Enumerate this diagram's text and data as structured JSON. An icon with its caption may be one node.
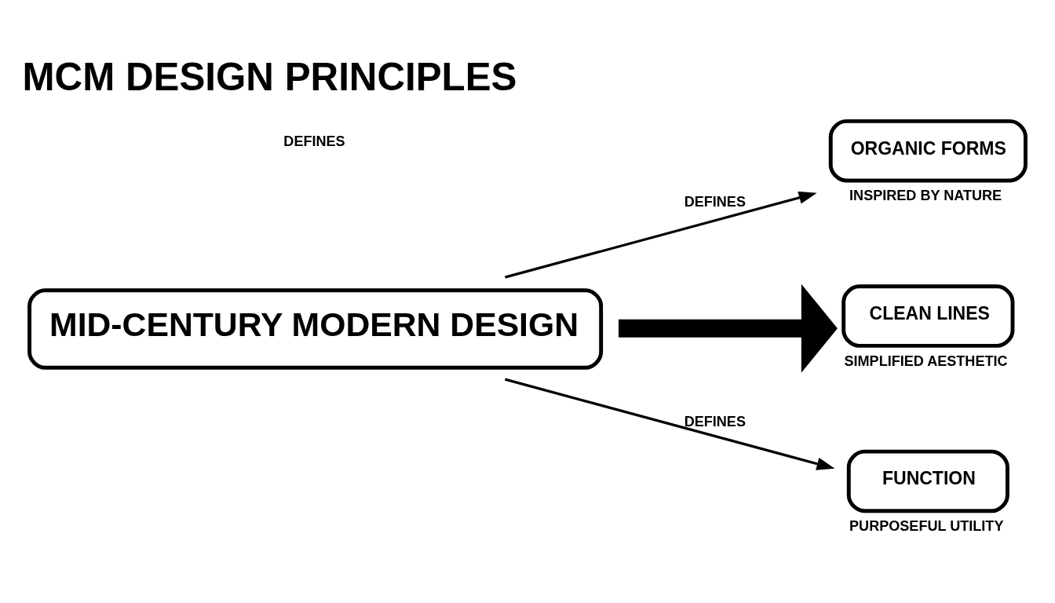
{
  "diagram": {
    "title": "MCM DESIGN PRINCIPLES",
    "nodes": [
      {
        "text": [
          "MID-CENTURY MODERN DESIGN"
        ]
      },
      {
        "text": [
          "ORGANIC FORMS"
        ],
        "beside": [
          "INSPIRED BY NATURE"
        ]
      },
      {
        "text": [
          "CLEAN LINES"
        ],
        "beside": [
          "SIMPLIFIED AESTHETIC"
        ]
      },
      {
        "text": [
          "FUNCTION"
        ],
        "beside": [
          "PURPOSEFUL UTILITY"
        ]
      }
    ],
    "edges": [
      {
        "from": 0,
        "to": 1,
        "arrow": "to",
        "label": "DEFINES"
      },
      {
        "from": 0,
        "to": 2,
        "arrow": "to",
        "style": "thick"
      },
      {
        "from": 0,
        "to": 3,
        "arrow": "to",
        "label": "DEFINES"
      }
    ],
    "labels": [
      "DEFINES"
    ]
  }
}
